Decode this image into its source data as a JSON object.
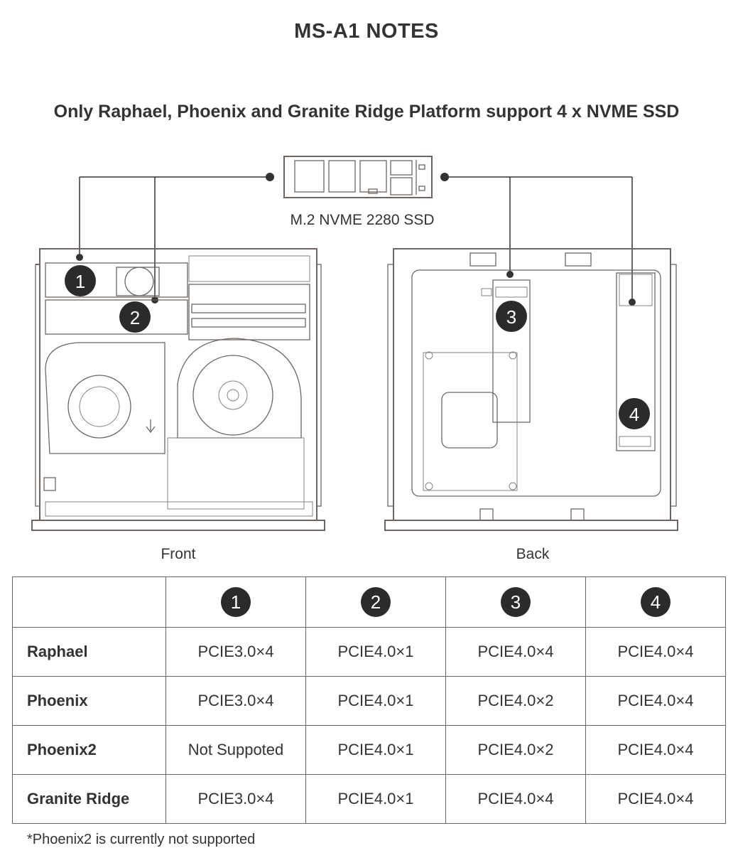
{
  "title": "MS-A1 NOTES",
  "subtitle": "Only Raphael, Phoenix and Granite Ridge Platform support 4 x NVME SSD",
  "diagram": {
    "ssd_label": "M.2 NVME 2280 SSD",
    "front_label": "Front",
    "back_label": "Back",
    "slots": [
      "1",
      "2",
      "3",
      "4"
    ]
  },
  "table": {
    "columns": [
      "",
      "1",
      "2",
      "3",
      "4"
    ],
    "rows": [
      {
        "platform": "Raphael",
        "values": [
          "PCIE3.0×4",
          "PCIE4.0×1",
          "PCIE4.0×4",
          "PCIE4.0×4"
        ]
      },
      {
        "platform": "Phoenix",
        "values": [
          "PCIE3.0×4",
          "PCIE4.0×1",
          "PCIE4.0×2",
          "PCIE4.0×4"
        ]
      },
      {
        "platform": "Phoenix2",
        "values": [
          "Not Suppoted",
          "PCIE4.0×1",
          "PCIE4.0×2",
          "PCIE4.0×4"
        ]
      },
      {
        "platform": "Granite Ridge",
        "values": [
          "PCIE3.0×4",
          "PCIE4.0×1",
          "PCIE4.0×4",
          "PCIE4.0×4"
        ]
      }
    ]
  },
  "footnote": "*Phoenix2 is currently not supported",
  "colors": {
    "badge": "#2b2b2b",
    "line": "#6e6560",
    "border": "#666666"
  }
}
